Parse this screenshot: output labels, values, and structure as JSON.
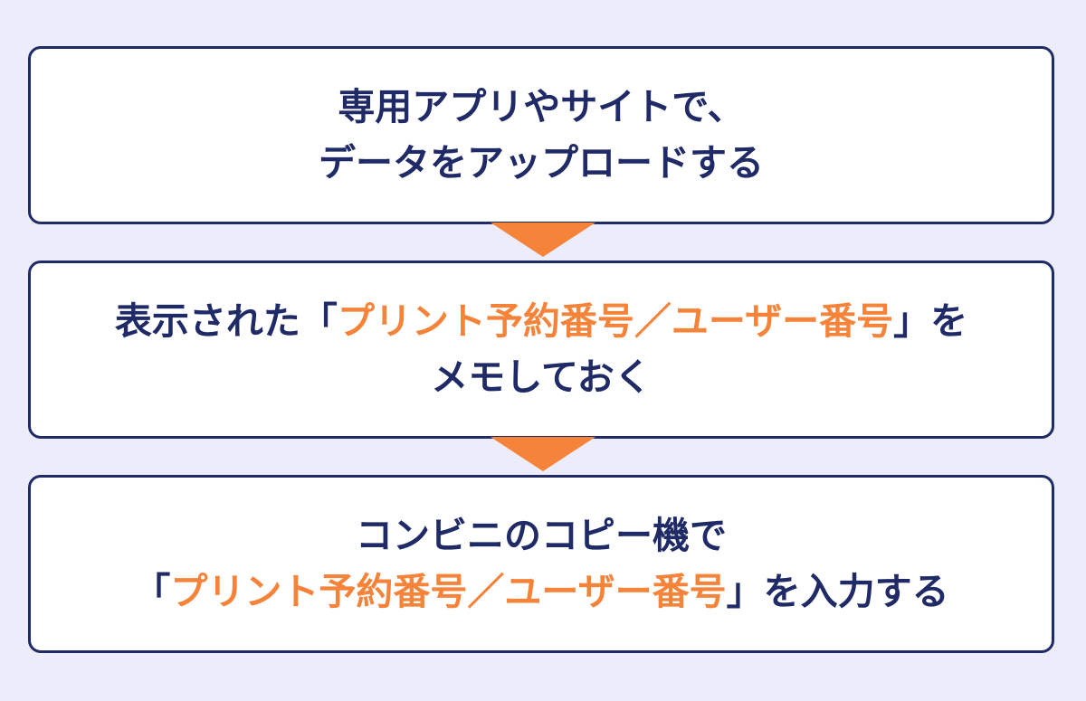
{
  "colors": {
    "background": "#ececfa",
    "box_border": "#1f2a66",
    "text": "#1f2a66",
    "highlight": "#f5843a",
    "arrow": "#f5843a"
  },
  "steps": [
    {
      "line1": "専用アプリやサイトで、",
      "line2": "データをアップロードする"
    },
    {
      "line1_pre": "表示された「",
      "line1_highlight": "プリント予約番号／ユーザー番号",
      "line1_post": "」を",
      "line2": "メモしておく"
    },
    {
      "line1": "コンビニのコピー機で",
      "line2_pre": "「",
      "line2_highlight": "プリント予約番号／ユーザー番号",
      "line2_post": "」を入力する"
    }
  ]
}
